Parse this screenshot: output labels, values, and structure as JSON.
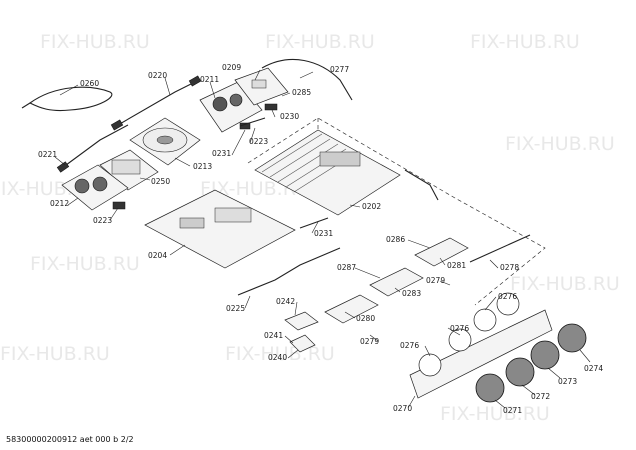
{
  "watermark": "FIX-HUB.RU",
  "footer": "58300000200912 aet 000 b 2/2",
  "parts": {
    "p0260": "0260",
    "p0220": "0220",
    "p0211": "0211",
    "p0209": "0209",
    "p0277": "0277",
    "p0285": "0285",
    "p0230": "0230",
    "p0223a": "0223",
    "p0221": "0221",
    "p0231a": "0231",
    "p0213": "0213",
    "p0250": "0250",
    "p0212": "0212",
    "p0202": "0202",
    "p0223b": "0223",
    "p0231b": "0231",
    "p0286": "0286",
    "p0204": "0204",
    "p0287": "0287",
    "p0281": "0281",
    "p0278": "0278",
    "p0279a": "0279",
    "p0283": "0283",
    "p0225": "0225",
    "p0242": "0242",
    "p0276a": "0276",
    "p0280": "0280",
    "p0276b": "0276",
    "p0241": "0241",
    "p0279b": "0279",
    "p0276c": "0276",
    "p0240": "0240",
    "p0274": "0274",
    "p0273": "0273",
    "p0272": "0272",
    "p0270": "0270",
    "p0271": "0271"
  }
}
